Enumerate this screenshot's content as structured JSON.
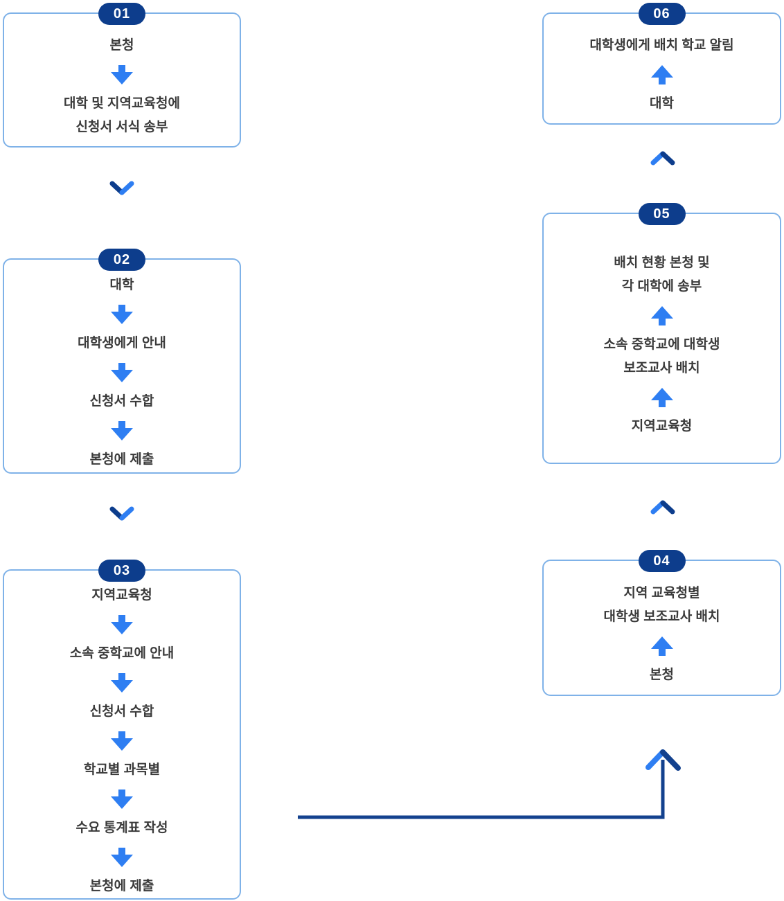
{
  "colors": {
    "navy": "#0d3d8c",
    "accent": "#2e7ef2",
    "connector": "#13418e",
    "box-border": "#7fb2e8",
    "box-bg": "#ffffff",
    "text": "#3a3a3a"
  },
  "flow": {
    "box01": {
      "number": "01",
      "steps": [
        {
          "lines": [
            "본청"
          ]
        },
        {
          "lines": [
            "대학 및 지역교육청에",
            "신청서 서식 송부"
          ]
        }
      ]
    },
    "box02": {
      "number": "02",
      "steps": [
        {
          "lines": [
            "대학"
          ]
        },
        {
          "lines": [
            "대학생에게 안내"
          ]
        },
        {
          "lines": [
            "신청서 수합"
          ]
        },
        {
          "lines": [
            "본청에 제출"
          ]
        }
      ]
    },
    "box03": {
      "number": "03",
      "steps": [
        {
          "lines": [
            "지역교육청"
          ]
        },
        {
          "lines": [
            "소속 중학교에 안내"
          ]
        },
        {
          "lines": [
            "신청서 수합"
          ]
        },
        {
          "lines": [
            "학교별 과목별"
          ]
        },
        {
          "lines": [
            "수요 통계표 작성"
          ]
        },
        {
          "lines": [
            "본청에 제출"
          ]
        }
      ]
    },
    "box04": {
      "number": "04",
      "steps": [
        {
          "lines": [
            "지역 교육청별",
            "대학생 보조교사 배치"
          ]
        },
        {
          "lines": [
            "본청"
          ]
        }
      ]
    },
    "box05": {
      "number": "05",
      "steps": [
        {
          "lines": [
            "배치 현황 본청 및",
            "각 대학에 송부"
          ]
        },
        {
          "lines": [
            "소속 중학교에 대학생",
            "보조교사 배치"
          ]
        },
        {
          "lines": [
            "지역교육청"
          ]
        }
      ]
    },
    "box06": {
      "number": "06",
      "steps": [
        {
          "lines": [
            "대학생에게 배치 학교 알림"
          ]
        },
        {
          "lines": [
            "대학"
          ]
        }
      ]
    }
  }
}
